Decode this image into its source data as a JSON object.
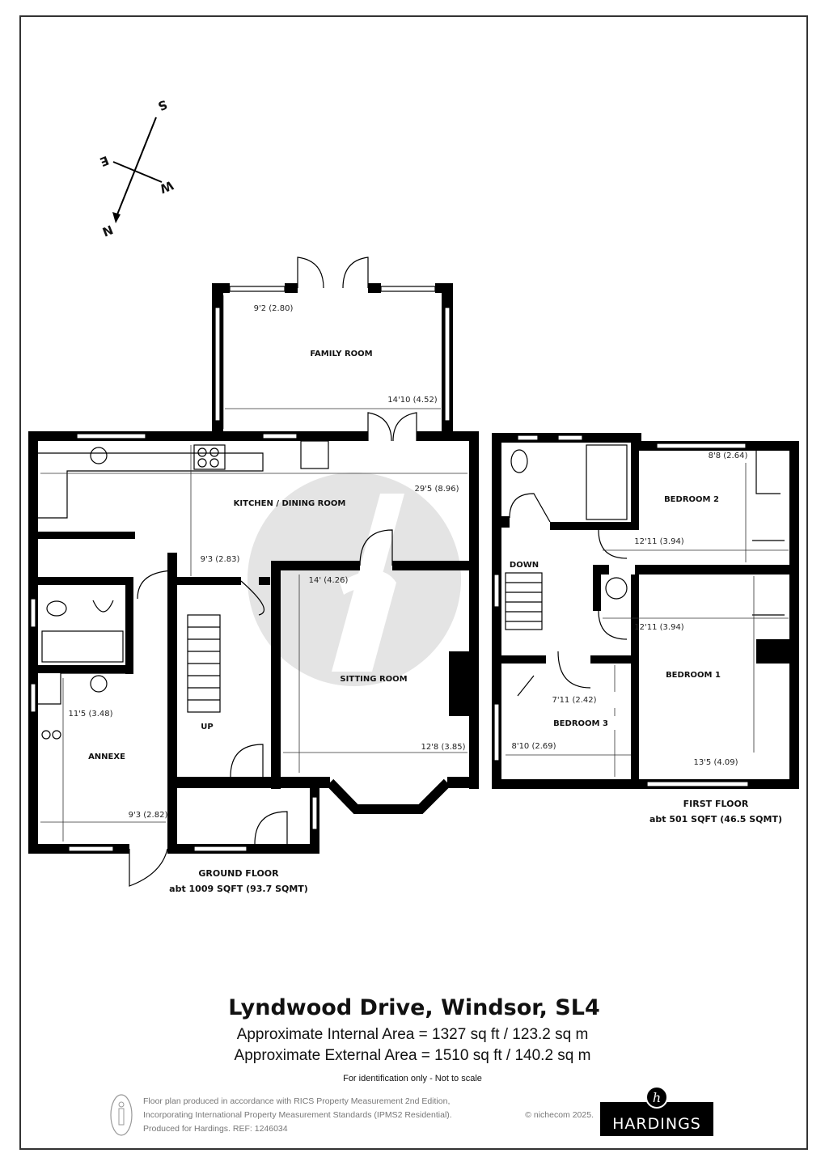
{
  "compass": {
    "north": "N",
    "south": "S",
    "east": "E",
    "west": "W"
  },
  "ground_floor": {
    "label": "GROUND FLOOR",
    "area": "abt 1009 SQFT (93.7 SQMT)",
    "rooms": {
      "family_room": {
        "name": "FAMILY ROOM",
        "dim_a": "9'2 (2.80)",
        "dim_b": "14'10 (4.52)"
      },
      "kitchen": {
        "name": "KITCHEN / DINING ROOM",
        "dim_a": "29'5 (8.96)",
        "dim_b": "9'3 (2.83)"
      },
      "sitting_room": {
        "name": "SITTING ROOM",
        "dim_a": "14' (4.26)",
        "dim_b": "12'8 (3.85)"
      },
      "annexe": {
        "name": "ANNEXE",
        "dim_a": "11'5 (3.48)",
        "dim_b": "9'3 (2.82)"
      },
      "stairs": {
        "name": "UP"
      }
    }
  },
  "first_floor": {
    "label": "FIRST FLOOR",
    "area": "abt 501 SQFT (46.5 SQMT)",
    "rooms": {
      "bedroom_2": {
        "name": "BEDROOM 2",
        "dim_a": "8'8 (2.64)",
        "dim_b": "12'11 (3.94)"
      },
      "bedroom_1": {
        "name": "BEDROOM 1",
        "dim_a": "12'11 (3.94)",
        "dim_b": "13'5 (4.09)"
      },
      "bedroom_3": {
        "name": "BEDROOM 3",
        "dim_a": "7'11 (2.42)",
        "dim_b": "8'10 (2.69)"
      },
      "stairs": {
        "name": "DOWN"
      }
    }
  },
  "title": "Lyndwood Drive, Windsor, SL4",
  "internal_area": "Approximate Internal Area = 1327 sq ft / 123.2 sq m",
  "external_area": "Approximate External Area = 1510 sq ft / 140.2 sq m",
  "disclaimer": "For identification only - Not to scale",
  "footer": {
    "line1": "Floor plan produced in accordance with RICS Property Measurement 2nd Edition,",
    "line2": "Incorporating International Property Measurement Standards (IPMS2 Residential).",
    "copyright": "© nichecom 2025.",
    "line3": "Produced for Hardings.   REF:   1246034"
  },
  "logo": {
    "text": "HARDINGS",
    "mark": "h"
  },
  "colors": {
    "walls": "#000000",
    "watermark": "#e4e4e4",
    "footer_text": "#777777"
  }
}
